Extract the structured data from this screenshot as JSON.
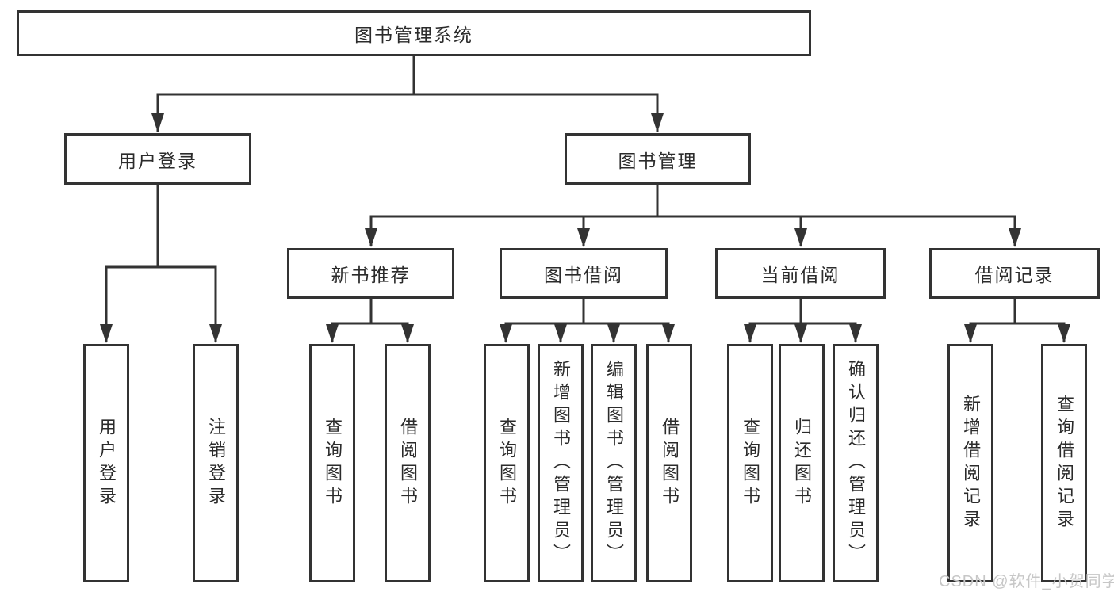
{
  "tree": {
    "root": "图书管理系统",
    "children": [
      {
        "label": "用户登录",
        "children": [
          {
            "label": "用户登录"
          },
          {
            "label": "注销登录"
          }
        ]
      },
      {
        "label": "图书管理",
        "children": [
          {
            "label": "新书推荐",
            "children": [
              {
                "label": "查询图书"
              },
              {
                "label": "借阅图书"
              }
            ]
          },
          {
            "label": "图书借阅",
            "children": [
              {
                "label": "查询图书"
              },
              {
                "label": "新增图书（管理员）"
              },
              {
                "label": "编辑图书（管理员）"
              },
              {
                "label": "借阅图书"
              }
            ]
          },
          {
            "label": "当前借阅",
            "children": [
              {
                "label": "查询图书"
              },
              {
                "label": "归还图书"
              },
              {
                "label": "确认归还（管理员）"
              }
            ]
          },
          {
            "label": "借阅记录",
            "children": [
              {
                "label": "新增借阅记录"
              },
              {
                "label": "查询借阅记录"
              }
            ]
          }
        ]
      }
    ]
  },
  "watermark": "CSDN @软件_小贺同学",
  "colors": {
    "line": "#333333",
    "text": "#2b2b2b",
    "watermark": "#c7c7c7",
    "background": "#ffffff"
  }
}
